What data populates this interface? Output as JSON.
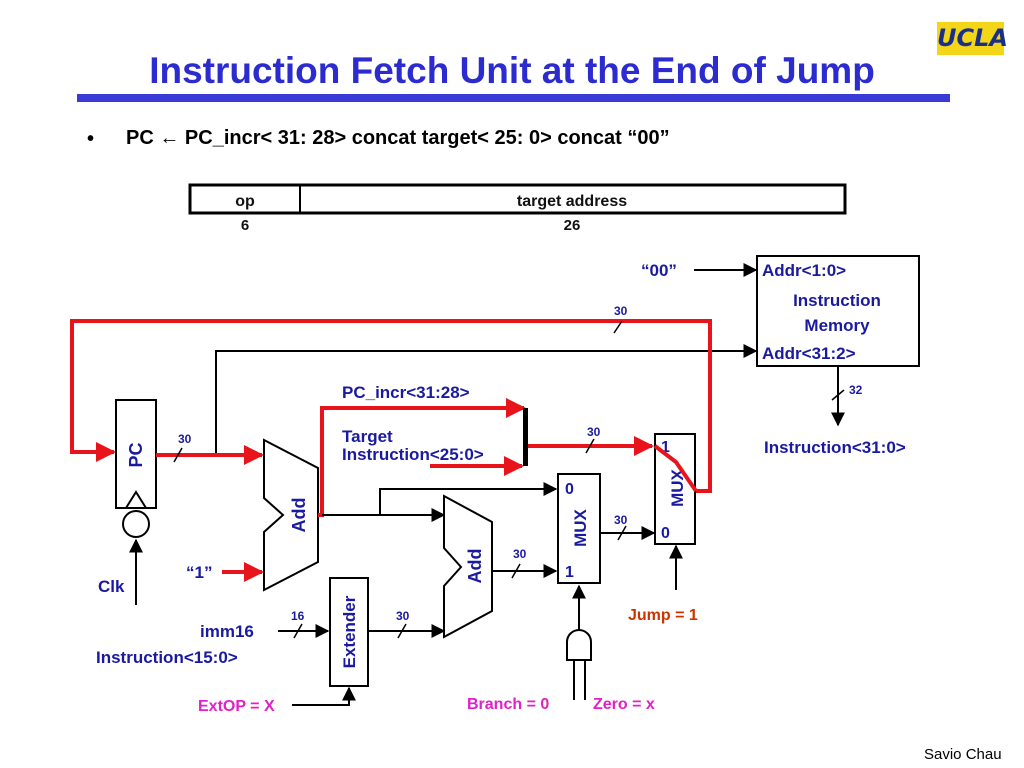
{
  "logo": "UCLA",
  "title": "Instruction Fetch Unit at the End of Jump",
  "bullet": {
    "lhs": "PC",
    "arrow": "←",
    "rhs": "PC_incr< 31: 28> concat target< 25: 0> concat “00”"
  },
  "format": {
    "fields": [
      {
        "name": "op",
        "bits": "6"
      },
      {
        "name": "target address",
        "bits": "26"
      }
    ]
  },
  "blocks": {
    "pc": "PC",
    "add1": "Add",
    "add2": "Add",
    "extender": "Extender",
    "mux_left": "MUX",
    "mux_right": "MUX",
    "imem_addr_low": "Addr<1:0>",
    "imem_title_1": "Instruction",
    "imem_title_2": "Memory",
    "imem_addr_high": "Addr<31:2>"
  },
  "labels": {
    "quote_00": "“00”",
    "pc_incr": "PC_incr<31:28>",
    "target_1": "Target",
    "target_2": "Instruction<25:0>",
    "instruction_out": "Instruction<31:0>",
    "one_input": "“1”",
    "clk": "Clk",
    "imm16": "imm16",
    "instr_15_0": "Instruction<15:0>",
    "mux_left_0": "0",
    "mux_left_1": "1",
    "mux_right_1": "1",
    "mux_right_0": "0"
  },
  "bus_widths": {
    "imem_in": "30",
    "imem_out": "32",
    "pc_out": "30",
    "target_bus": "30",
    "add2_out": "30",
    "mux_out": "30",
    "imm16_in": "16",
    "extender_out": "30"
  },
  "controls": {
    "jump": "Jump = 1",
    "branch": "Branch = 0",
    "zero": "Zero = x",
    "extop": "ExtOP = X"
  },
  "colors": {
    "title": "#2b2bcf",
    "rule": "#3a3ad6",
    "active_path": "#e8141c",
    "jump_text": "#cc3300",
    "control_text": "#e020c8",
    "logo_bg": "#f2d617"
  },
  "footer": "Savio Chau"
}
